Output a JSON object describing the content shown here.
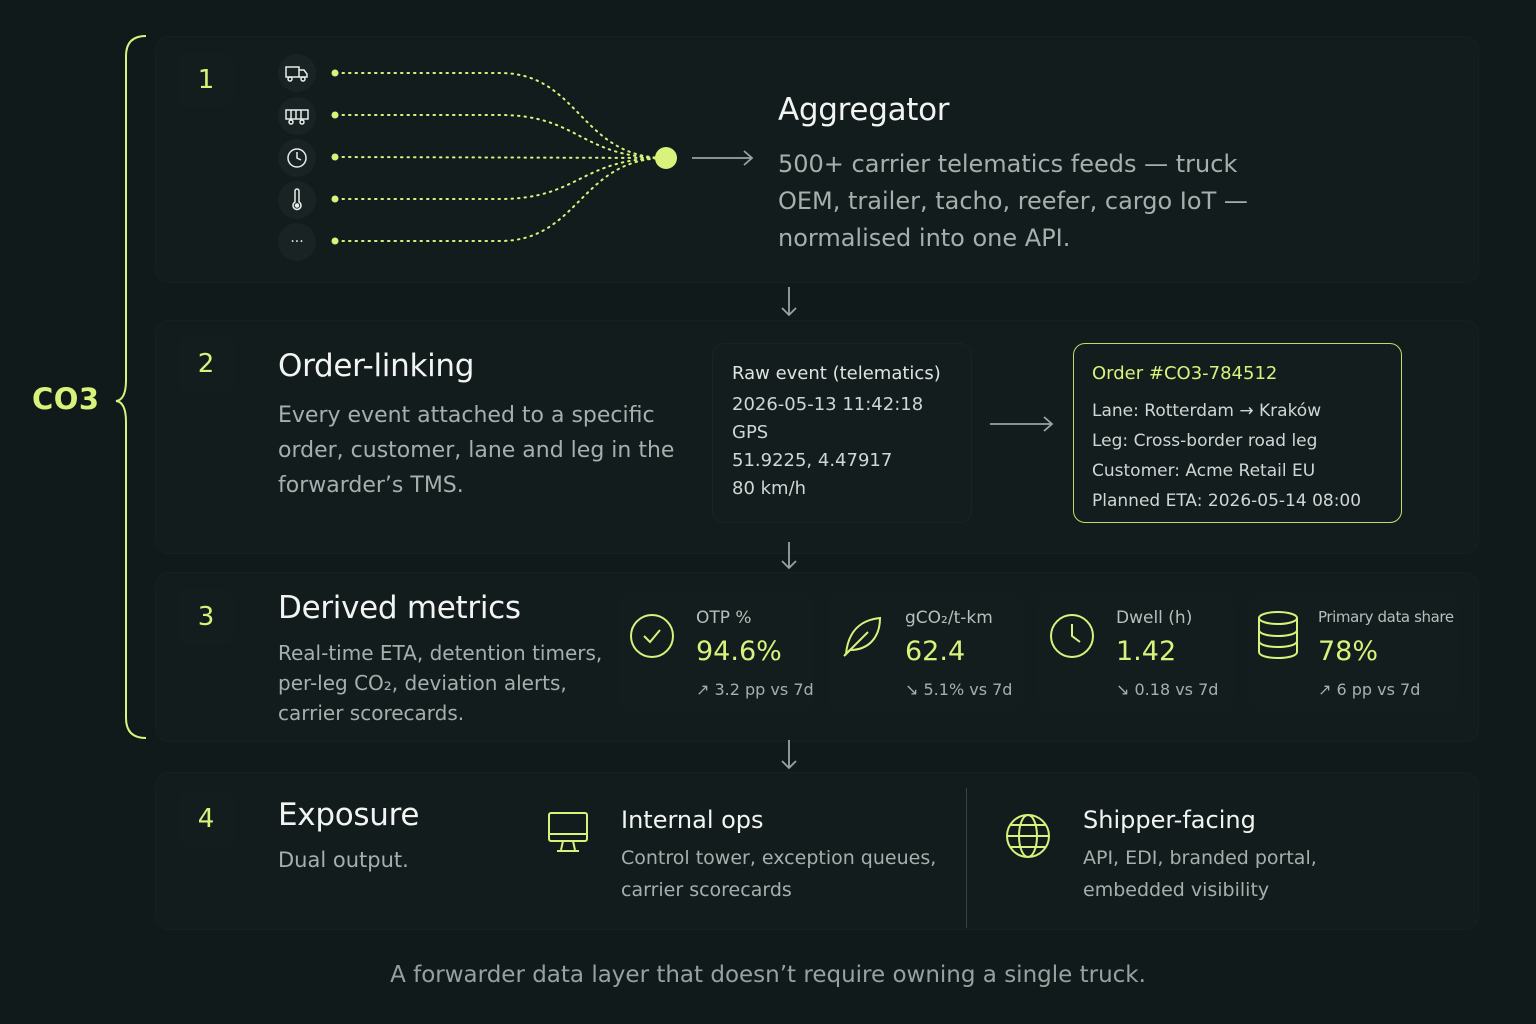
{
  "brand": {
    "label": "CO3"
  },
  "accent": "#d9f27b",
  "steps": [
    {
      "number": "1",
      "title": "Aggregator",
      "description_lines": [
        "500+ carrier telematics feeds — truck",
        "OEM, trailer, tacho, reefer, cargo IoT —",
        "normalised into one API."
      ],
      "sources": [
        "truck-icon",
        "trailer-icon",
        "tacho-clock-icon",
        "thermometer-icon",
        "more-icon"
      ],
      "more_label": "···"
    },
    {
      "number": "2",
      "title": "Order-linking",
      "description_lines": [
        "Every event attached to a specific",
        "order, customer, lane and leg in the",
        "forwarder’s TMS."
      ],
      "raw_event": {
        "heading": "Raw event (telematics)",
        "lines": [
          "2026-05-13 11:42:18",
          "GPS",
          "51.9225, 4.47917",
          "80 km/h"
        ]
      },
      "order": {
        "heading": "Order #CO3-784512",
        "rows": [
          {
            "label": "Lane:",
            "value": "Rotterdam → Kraków"
          },
          {
            "label": "Leg:",
            "value": "Cross-border road leg"
          },
          {
            "label": "Customer:",
            "value": "Acme Retail EU"
          },
          {
            "label": "Planned ETA:",
            "value": "2026-05-14 08:00"
          }
        ]
      }
    },
    {
      "number": "3",
      "title": "Derived metrics",
      "description_lines": [
        "Real-time ETA, detention timers,",
        "per-leg CO₂, deviation alerts,",
        "carrier scorecards."
      ],
      "metrics": [
        {
          "icon": "check-circle-icon",
          "label": "OTP %",
          "value": "94.6%",
          "delta": "↗ 3.2 pp vs 7d"
        },
        {
          "icon": "leaf-icon",
          "label": "gCO₂/t-km",
          "value": "62.4",
          "delta": "↘ 5.1% vs 7d"
        },
        {
          "icon": "clock-icon",
          "label": "Dwell (h)",
          "value": "1.42",
          "delta": "↘ 0.18 vs 7d"
        },
        {
          "icon": "database-icon",
          "label": "Primary data share",
          "value": "78%",
          "delta": "↗ 6 pp vs 7d"
        }
      ]
    },
    {
      "number": "4",
      "title": "Exposure",
      "description_lines": [
        "Dual output."
      ],
      "outputs": [
        {
          "icon": "monitor-icon",
          "title": "Internal ops",
          "lines": [
            "Control tower, exception queues,",
            "carrier scorecards"
          ]
        },
        {
          "icon": "globe-icon",
          "title": "Shipper-facing",
          "lines": [
            "API, EDI, branded portal,",
            "embedded visibility"
          ]
        }
      ]
    }
  ],
  "footer": {
    "tagline": "A forwarder data layer that doesn’t require owning a single truck."
  }
}
